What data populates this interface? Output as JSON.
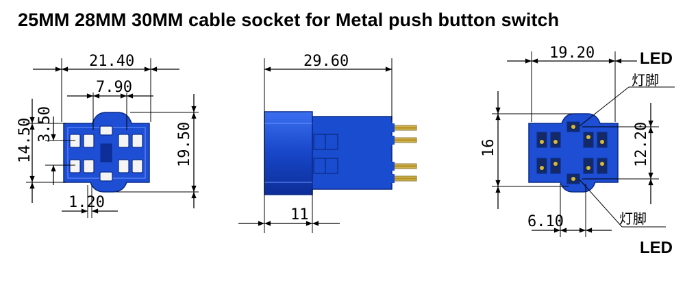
{
  "title": "25MM 28MM 30MM cable socket for Metal push button switch",
  "front_view": {
    "width": "21.40",
    "inner_width": "7.90",
    "height_outer": "14.50",
    "height_inner": "3.50",
    "height_total": "19.50",
    "pin_offset": "1.20"
  },
  "side_view": {
    "length": "29.60",
    "body_length": "11"
  },
  "rear_view": {
    "width": "19.20",
    "height": "16",
    "inner_height": "12.20",
    "pin_offset": "6.10",
    "led_label_top": "LED",
    "led_label_bottom": "LED",
    "led_pin_top": "灯脚",
    "led_pin_bottom": "灯脚"
  },
  "colors": {
    "body": "#1a4fd0",
    "body_dark": "#0e2f9a",
    "pin": "#c9a227"
  }
}
